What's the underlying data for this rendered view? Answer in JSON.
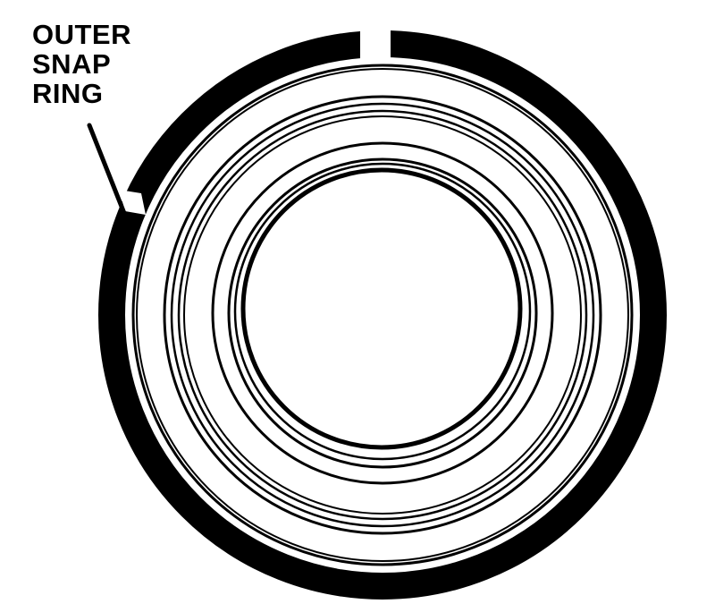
{
  "callout": {
    "lines": [
      "OUTER",
      "SNAP",
      "RING"
    ]
  },
  "colors": {
    "ink": "#000000",
    "paper": "#ffffff"
  }
}
